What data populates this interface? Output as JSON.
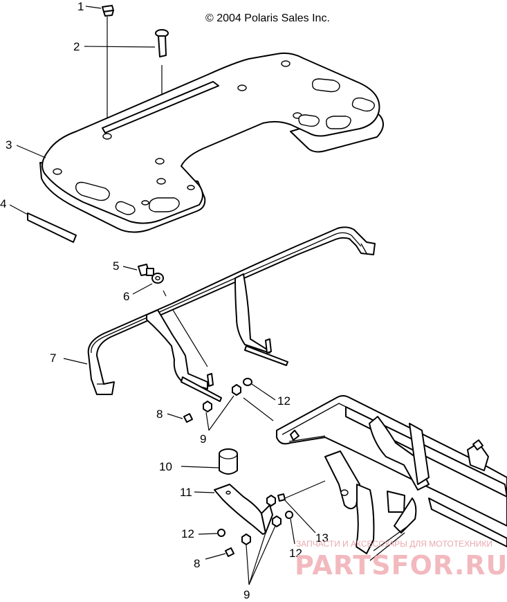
{
  "copyright": "© 2004 Polaris Sales Inc.",
  "callouts": {
    "c1": "1",
    "c2": "2",
    "c3": "3",
    "c4": "4",
    "c5": "5",
    "c6": "6",
    "c7": "7",
    "c8a": "8",
    "c8b": "8",
    "c9a": "9",
    "c9b": "9",
    "c10": "10",
    "c11": "11",
    "c12a": "12",
    "c12b": "12",
    "c12c": "12",
    "c13": "13"
  },
  "watermark": {
    "tagline": "ЗАПЧАСТИ И АКСЕССУАРЫ ДЛЯ МОТОТЕХНИКИ",
    "brand": "PARTSFOR.RU"
  }
}
